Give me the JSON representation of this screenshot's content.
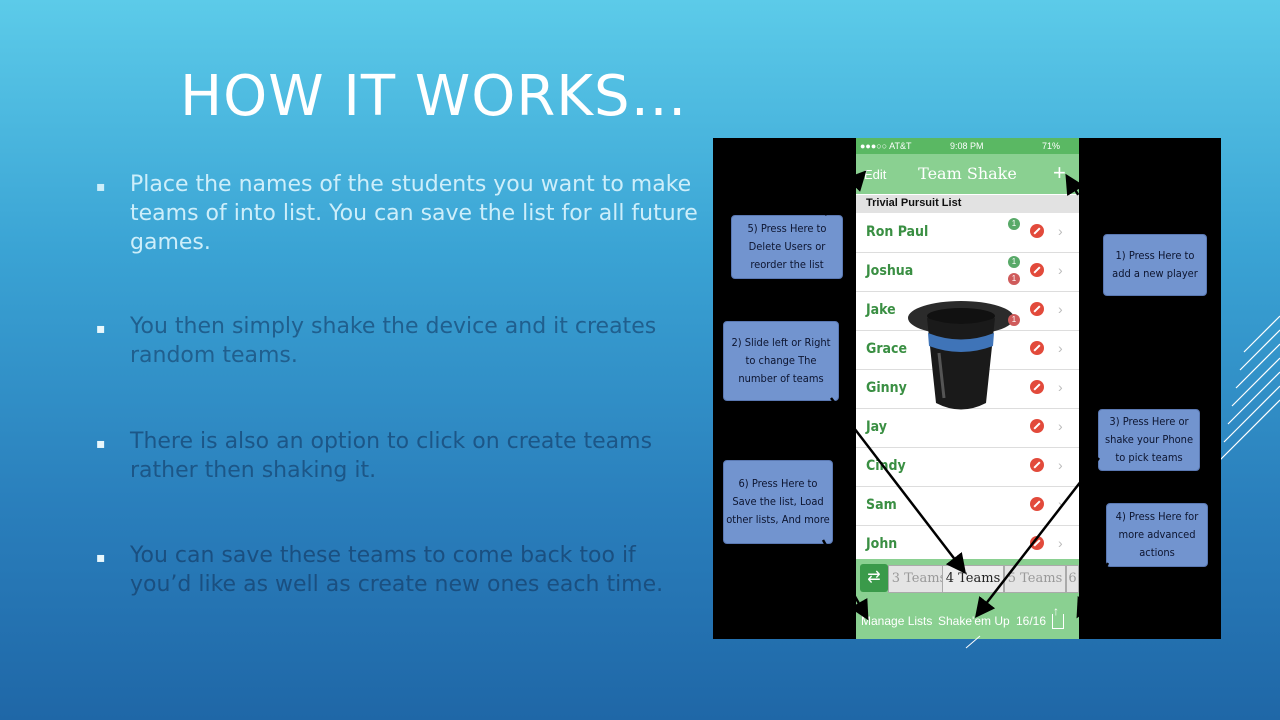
{
  "slide": {
    "title": "HOW IT WORKS…",
    "bullets": [
      "Place the names of the students you want to make teams of into list. You can save the list for all future games.",
      "You then simply shake the device and it creates random teams.",
      "There is also an option to click on create teams rather then shaking it.",
      "You can save these teams to come back too if you’d like as well as create new ones each time."
    ],
    "bullet_marker": "▪"
  },
  "phone": {
    "status": {
      "carrier": "●●●○○ AT&T",
      "time": "9:08 PM",
      "battery": "71%"
    },
    "nav": {
      "left": "Edit",
      "title": "Team Shake",
      "right": "+"
    },
    "list_title": "Trivial Pursuit List",
    "players": [
      "Ron Paul",
      "Joshua",
      "Jake",
      "Grace",
      "Ginny",
      "Jay",
      "Cindy",
      "Sam",
      "John"
    ],
    "badges": {
      "ron_paul": "1",
      "joshua_a": "1",
      "joshua_b": "1",
      "jake": "1"
    },
    "team_options": [
      "3 Teams",
      "4 Teams",
      "5 Teams",
      "6"
    ],
    "selected_team_option": "4 Teams",
    "bottom": {
      "manage": "Manage Lists",
      "shake": "Shake'em Up",
      "count": "16/16"
    },
    "icons": {
      "shuffle": "shuffle-icon",
      "share": "share-icon",
      "hat": "top-hat-icon"
    }
  },
  "callouts": {
    "c5": "5) Press Here to Delete Users or reorder the list",
    "c2": "2) Slide left or Right to change The number of teams",
    "c6": "6) Press Here to Save the list, Load other lists, And more",
    "c1": "1) Press Here to add a new player",
    "c3": "3) Press Here or shake your Phone to pick teams",
    "c4": "4) Press Here for more advanced actions"
  },
  "colors": {
    "background_top": "#5ccbe9",
    "background_bottom": "#1f67a7",
    "app_green": "#8ad091",
    "callout_blue": "#7294cf"
  }
}
